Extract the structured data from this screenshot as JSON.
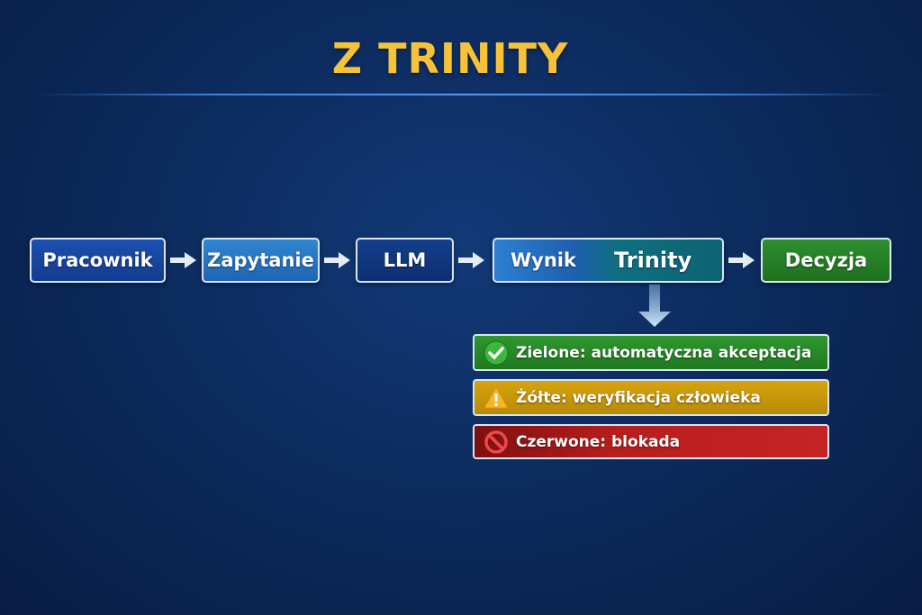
{
  "title": "Z TRINITY",
  "flow": {
    "pracownik": "Pracownik",
    "zapytanie": "Zapytanie",
    "llm": "LLM",
    "wynik": "Wynik",
    "trinity": "Trinity",
    "decyzja": "Decyzja"
  },
  "statuses": [
    {
      "label": "Zielone: automatyczna akceptacja",
      "icon": "check-circle-icon",
      "color": "#2a8a2a"
    },
    {
      "label": "Żółte: weryfikacja człowieka",
      "icon": "warning-icon",
      "color": "#c99a0a"
    },
    {
      "label": "Czerwone: blokada",
      "icon": "prohibited-icon",
      "color": "#a81c1c"
    }
  ]
}
